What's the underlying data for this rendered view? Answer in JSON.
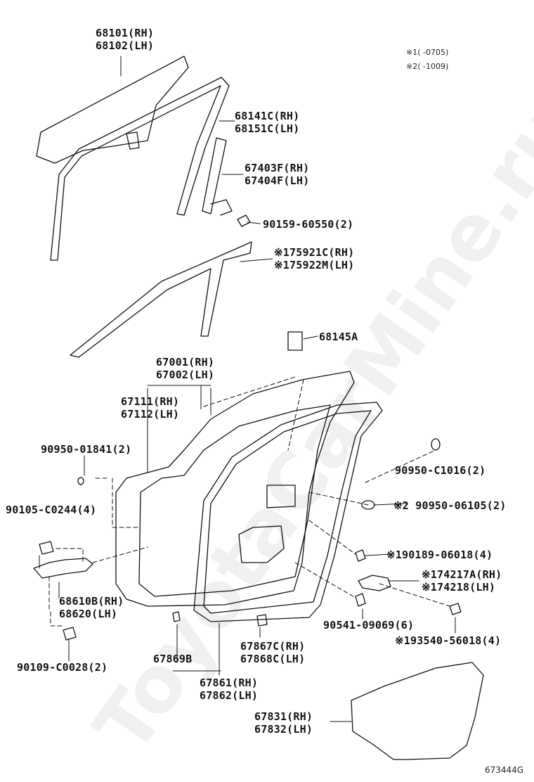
{
  "watermark": "ToyotaCarMine.ru",
  "diagram_code": "673444G",
  "notes": [
    {
      "mark": "※1",
      "range": "(      -0705)"
    },
    {
      "mark": "※2",
      "range": "(      -1009)"
    }
  ],
  "parts": {
    "p68101": "68101(RH)",
    "p68102": "68102(LH)",
    "p68141": "68141C(RH)",
    "p68151": "68151C(LH)",
    "p67403": "67403F(RH)",
    "p67404": "67404F(LH)",
    "p90159": "90159-60550(2)",
    "p75921": "※175921C(RH)",
    "p75922": "※175922M(LH)",
    "p68145": "68145A",
    "p67001": "67001(RH)",
    "p67002": "67002(LH)",
    "p67111": "67111(RH)",
    "p67112": "67112(LH)",
    "p90950a": "90950-01841(2)",
    "p90950b": "90950-C1016(2)",
    "p90950c": "※2 90950-06105(2)",
    "p90105": "90105-C0244(4)",
    "p90189": "※190189-06018(4)",
    "p74217": "※174217A(RH)",
    "p74218": "※174218(LH)",
    "p68610": "68610B(RH)",
    "p68620": "68620(LH)",
    "p90541": "90541-09069(6)",
    "p93540": "※193540-56018(4)",
    "p67867": "67867C(RH)",
    "p67868": "67868C(LH)",
    "p67869": "67869B",
    "p90109": "90109-C0028(2)",
    "p67861": "67861(RH)",
    "p67862": "67862(LH)",
    "p67831": "67831(RH)",
    "p67832": "67832(LH)"
  },
  "colors": {
    "line": "#111111",
    "background": "#ffffff"
  }
}
